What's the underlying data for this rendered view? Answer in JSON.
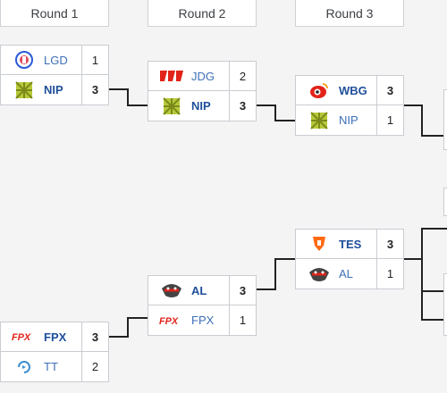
{
  "rounds": [
    "Round 1",
    "Round 2",
    "Round 3"
  ],
  "matches": {
    "r1_top": [
      {
        "team": "LGD",
        "score": "1",
        "win": false,
        "icon": "lgd-logo-icon"
      },
      {
        "team": "NIP",
        "score": "3",
        "win": true,
        "icon": "nip-logo-icon"
      }
    ],
    "r2_top": [
      {
        "team": "JDG",
        "score": "2",
        "win": false,
        "icon": "jdg-logo-icon"
      },
      {
        "team": "NIP",
        "score": "3",
        "win": true,
        "icon": "nip-logo-icon"
      }
    ],
    "r3_top": [
      {
        "team": "WBG",
        "score": "3",
        "win": true,
        "icon": "wbg-logo-icon"
      },
      {
        "team": "NIP",
        "score": "1",
        "win": false,
        "icon": "nip-logo-icon"
      }
    ],
    "r3_bottom": [
      {
        "team": "TES",
        "score": "3",
        "win": true,
        "icon": "tes-logo-icon"
      },
      {
        "team": "AL",
        "score": "1",
        "win": false,
        "icon": "al-logo-icon"
      }
    ],
    "r2_bottom": [
      {
        "team": "AL",
        "score": "3",
        "win": true,
        "icon": "al-logo-icon"
      },
      {
        "team": "FPX",
        "score": "1",
        "win": false,
        "icon": "fpx-logo-icon"
      }
    ],
    "r1_bottom": [
      {
        "team": "FPX",
        "score": "3",
        "win": true,
        "icon": "fpx-logo-icon"
      },
      {
        "team": "TT",
        "score": "2",
        "win": false,
        "icon": "tt-logo-icon"
      }
    ]
  },
  "colors": {
    "accent_red": "#e2231a",
    "nip_green": "#b7c93a",
    "link_blue": "#3e6fb6",
    "lgd_blue": "#2a5bd7"
  }
}
